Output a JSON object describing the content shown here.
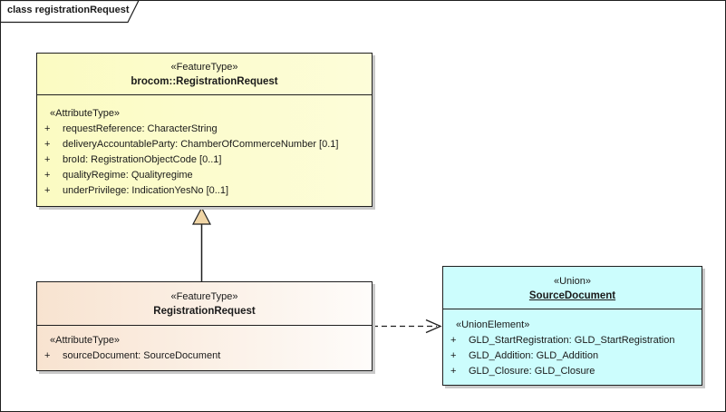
{
  "diagram": {
    "frame_label": "class registrationRequest"
  },
  "colors": {
    "yellow_fill_left": "#fbfbc2",
    "yellow_fill_right": "#fdfdd9",
    "peach_fill_left": "#f8e3d0",
    "peach_fill_right": "#fefcfa",
    "cyan_fill": "#ccfdfd",
    "box_border": "#1f1f1f",
    "shadow": "#c9c9c9",
    "triangle_fill": "#f0d5a5",
    "text": "#1a1a1a"
  },
  "classes": {
    "parent": {
      "stereotype": "«FeatureType»",
      "name": "brocom::RegistrationRequest",
      "section_label": "«AttributeType»",
      "attributes": [
        {
          "vis": "+",
          "text": "requestReference: CharacterString"
        },
        {
          "vis": "+",
          "text": "deliveryAccountableParty: ChamberOfCommerceNumber [0.1]"
        },
        {
          "vis": "+",
          "text": "broId: RegistrationObjectCode [0..1]"
        },
        {
          "vis": "+",
          "text": "qualityRegime: Qualityregime"
        },
        {
          "vis": "+",
          "text": "underPrivilege: IndicationYesNo [0..1]"
        }
      ]
    },
    "child": {
      "stereotype": "«FeatureType»",
      "name": "RegistrationRequest",
      "section_label": "«AttributeType»",
      "attributes": [
        {
          "vis": "+",
          "text": "sourceDocument: SourceDocument"
        }
      ]
    },
    "union": {
      "stereotype": "«Union»",
      "name": "SourceDocument",
      "section_label": "«UnionElement»",
      "attributes": [
        {
          "vis": "+",
          "text": "GLD_StartRegistration: GLD_StartRegistration"
        },
        {
          "vis": "+",
          "text": "GLD_Addition: GLD_Addition"
        },
        {
          "vis": "+",
          "text": "GLD_Closure: GLD_Closure"
        }
      ]
    }
  },
  "relationships": [
    {
      "type": "generalization",
      "from": "RegistrationRequest",
      "to": "brocom::RegistrationRequest"
    },
    {
      "type": "dependency",
      "from": "RegistrationRequest",
      "to": "SourceDocument"
    }
  ]
}
